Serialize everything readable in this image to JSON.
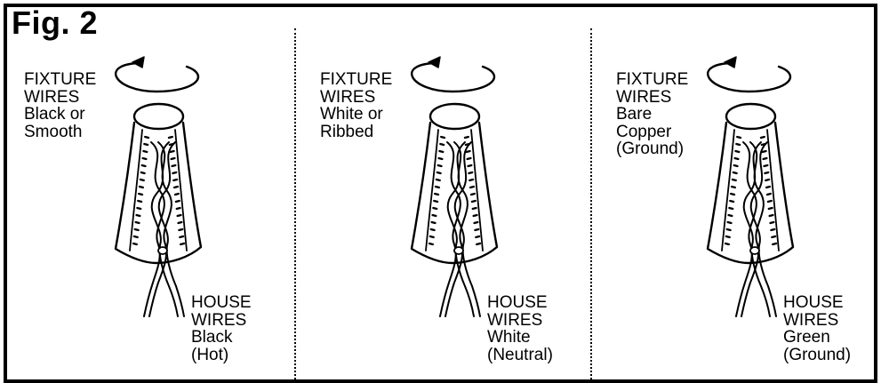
{
  "figure": {
    "title": "Fig. 2"
  },
  "panels": [
    {
      "id": "hot",
      "fixture_label": [
        "FIXTURE",
        "WIRES",
        "Black or",
        "Smooth"
      ],
      "house_label": [
        "HOUSE",
        "WIRES",
        "Black",
        "(Hot)"
      ]
    },
    {
      "id": "neutral",
      "fixture_label": [
        "FIXTURE",
        "WIRES",
        "White or",
        "Ribbed"
      ],
      "house_label": [
        "HOUSE",
        "WIRES",
        "White",
        "(Neutral)"
      ]
    },
    {
      "id": "ground",
      "fixture_label": [
        "FIXTURE",
        "WIRES",
        "Bare",
        "Copper",
        "(Ground)"
      ],
      "house_label": [
        "HOUSE",
        "WIRES",
        "Green",
        "(Ground)"
      ]
    }
  ],
  "icons": [
    "twist-arrow-icon",
    "wire-nut-icon"
  ],
  "colors": {
    "ink": "#000000",
    "background": "#ffffff"
  }
}
